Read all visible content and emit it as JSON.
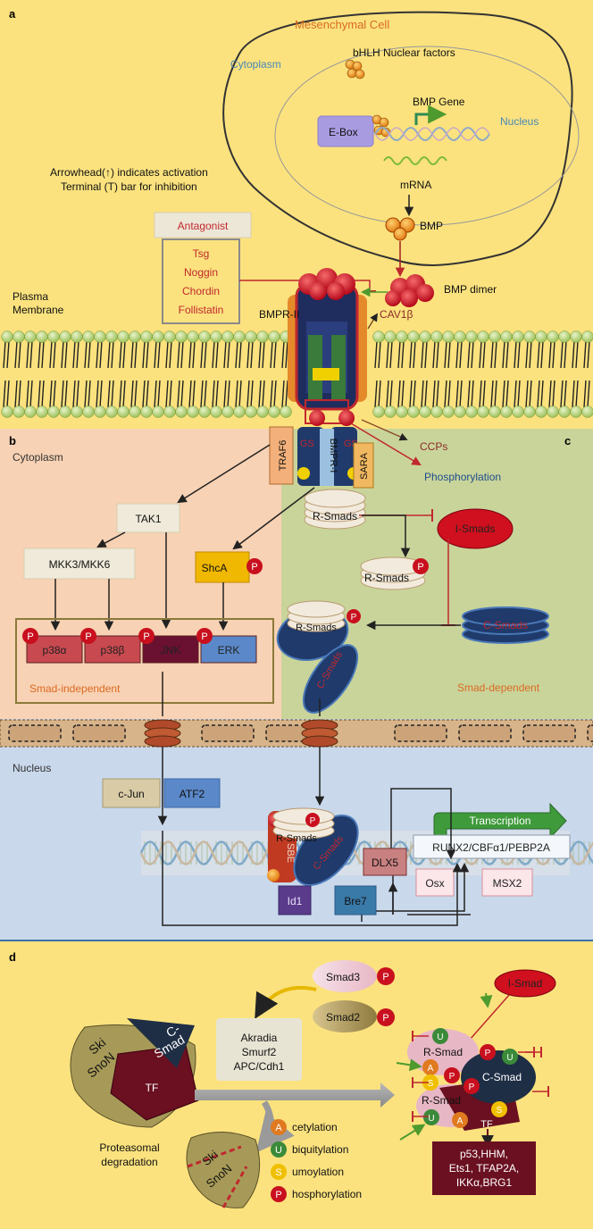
{
  "panels": {
    "a": "a",
    "b": "b",
    "c": "c",
    "d": "d"
  },
  "cell": {
    "title": "Mesenchymal Cell",
    "cytoplasm": "Cytoplasm",
    "nucleus": "Nucleus",
    "bhlh": "bHLH Nuclear factors",
    "bmp_gene": "BMP Gene",
    "ebox": "E-Box",
    "mrna": "mRNA",
    "bmp": "BMP"
  },
  "legend": {
    "line1": "Arrowhead(↑) indicates activation",
    "line2": "Terminal (T) bar for inhibition"
  },
  "antagonist": {
    "title": "Antagonist",
    "items": [
      "Tsg",
      "Noggin",
      "Chordin",
      "Follistatin"
    ]
  },
  "membrane": {
    "plasma": "Plasma",
    "membrane": "Membrane",
    "bmp_dimer": "BMP dimer",
    "bmpr2": "BMPR-II",
    "cav1": "CAV1β",
    "ccps": "CCPs",
    "phosphorylation": "Phosphorylation"
  },
  "receptor": {
    "traf6": "TRAF6",
    "gs1": "GS",
    "bmpr1": "BMPR-I",
    "gs2": "GS",
    "sara": "SARA"
  },
  "signal": {
    "cytoplasm": "Cytoplasm",
    "tak1": "TAK1",
    "mkk": "MKK3/MKK6",
    "shca": "ShcA",
    "p": "P",
    "kinases": [
      "p38α",
      "p38β",
      "JNK",
      "ERK"
    ],
    "smad_independent": "Smad-independent",
    "smad_dependent": "Smad-dependent",
    "rsmads": "R-Smads",
    "ismads": "I-Smads",
    "csmads": "C-Smads"
  },
  "nucleus": {
    "label": "Nucleus",
    "cjun": "c-Jun",
    "atf2": "ATF2",
    "transcription": "Transcription",
    "runx2": "RUNX2/CBFα1/PEBP2A",
    "dlx5": "DLX5",
    "osx": "Osx",
    "msx2": "MSX2",
    "sbe": "SBE",
    "id1": "Id1",
    "bre7": "Bre7",
    "rsmads": "R-Smads",
    "csmads": "C-Smads"
  },
  "panel_d": {
    "smad3": "Smad3",
    "smad2": "Smad2",
    "ismad": "I-Smad",
    "enzymes": [
      "Akradia",
      "Smurf2",
      "APC/Cdh1"
    ],
    "ski": "Ski",
    "snon": "SnoN",
    "c": "C-",
    "smad": "Smad",
    "tf": "TF",
    "proteasomal": "Proteasomal",
    "degradation": "degradation",
    "rsmad": "R-Smad",
    "csmad": "C-Smad",
    "partners": [
      "p53,HHM,",
      "Ets1, TFAP2A,",
      "IKKα,BRG1"
    ],
    "legend": [
      {
        "letter": "A",
        "text": "cetylation"
      },
      {
        "letter": "U",
        "text": "biquitylation"
      },
      {
        "letter": "S",
        "text": "umoylation"
      },
      {
        "letter": "P",
        "text": "hosphorylation"
      }
    ]
  },
  "colors": {
    "yellow_bg": "#FBE27E",
    "peach_bg": "#F8D2B4",
    "green_bg": "#C9D49A",
    "blue_bg": "#C9D8EB",
    "red": "#D0021B",
    "darkred": "#A00E1E",
    "navy": "#1F3A6B"
  }
}
